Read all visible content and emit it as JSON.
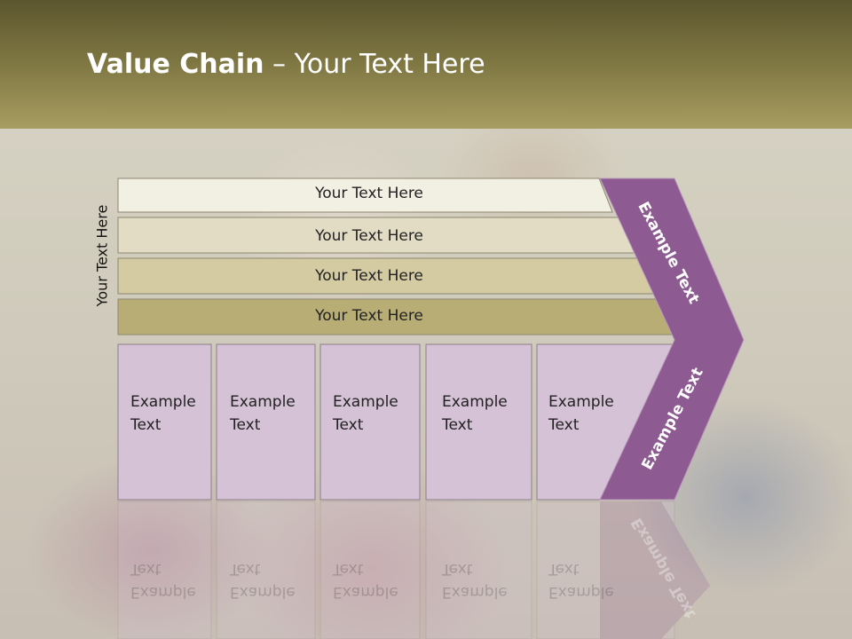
{
  "title": {
    "bold": "Value Chain",
    "rest": " – Your Text Here"
  },
  "side_label": "Your Text Here",
  "rows": [
    {
      "label": "Your Text Here",
      "fill": "#f2efe3"
    },
    {
      "label": "Your Text Here",
      "fill": "#e3dcc4"
    },
    {
      "label": "Your Text Here",
      "fill": "#d4cba3"
    },
    {
      "label": "Your Text Here",
      "fill": "#b8ad74"
    }
  ],
  "cells": [
    {
      "line1": "Example",
      "line2": "Text"
    },
    {
      "line1": "Example",
      "line2": "Text"
    },
    {
      "line1": "Example",
      "line2": "Text"
    },
    {
      "line1": "Example",
      "line2": "Text"
    },
    {
      "line1": "Example",
      "line2": "Text"
    }
  ],
  "chevron": {
    "upper": "Example Text",
    "lower": "Example Text"
  },
  "colors": {
    "header": "#7c7440",
    "cell_fill": "#d6c2d6",
    "chevron_fill": "#8e5a92"
  }
}
